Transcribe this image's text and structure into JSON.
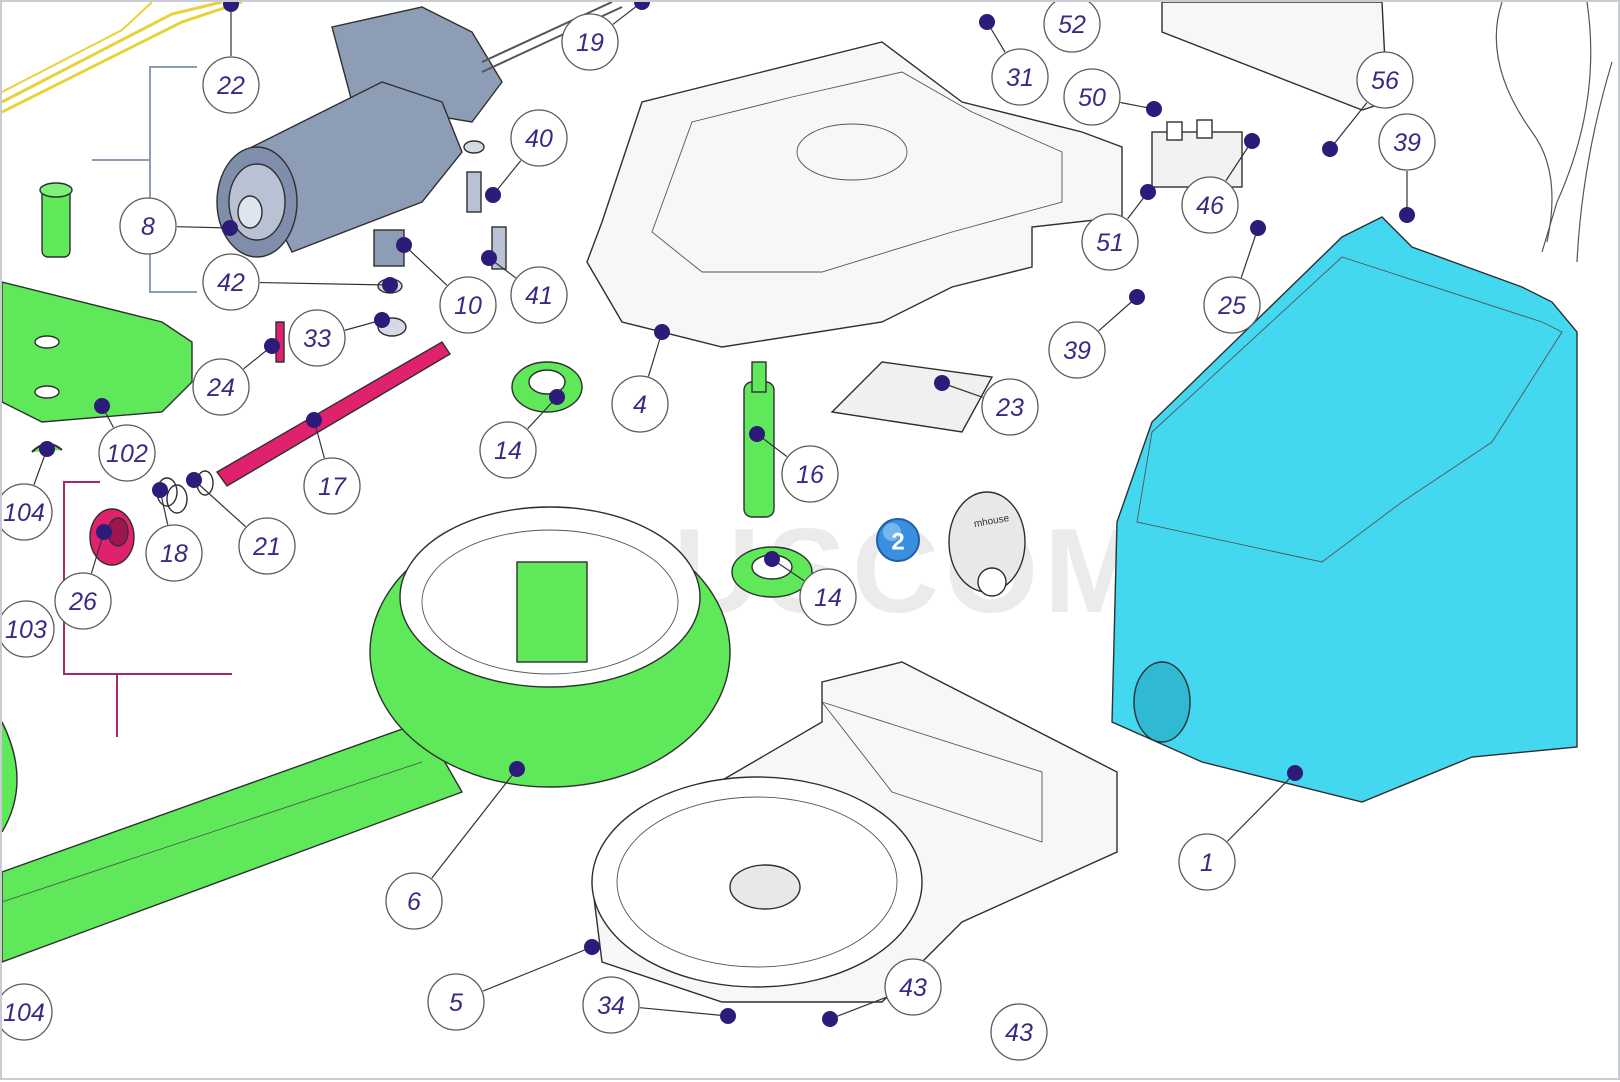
{
  "watermark": "SPLUSCOM",
  "badge": {
    "label": "2",
    "color": "#3b8fe0"
  },
  "stamp_text": "mhouse",
  "colors": {
    "motor": "#8e9db6",
    "green_part": "#5ee85a",
    "cyan_cover": "#43d8f0",
    "magenta_part": "#e0226e",
    "label_text": "#3a2a84",
    "dot": "#2d1b7a",
    "bracket_blue": "#8e9db6",
    "bracket_magenta": "#a8266a"
  },
  "callouts": [
    {
      "id": "c22",
      "label": "22"
    },
    {
      "id": "c19",
      "label": "19"
    },
    {
      "id": "c52",
      "label": "52"
    },
    {
      "id": "c31",
      "label": "31"
    },
    {
      "id": "c50",
      "label": "50"
    },
    {
      "id": "c56",
      "label": "56"
    },
    {
      "id": "c39a",
      "label": "39"
    },
    {
      "id": "c40",
      "label": "40"
    },
    {
      "id": "c8",
      "label": "8"
    },
    {
      "id": "c42",
      "label": "42"
    },
    {
      "id": "c10",
      "label": "10"
    },
    {
      "id": "c41",
      "label": "41"
    },
    {
      "id": "c46",
      "label": "46"
    },
    {
      "id": "c51",
      "label": "51"
    },
    {
      "id": "c25",
      "label": "25"
    },
    {
      "id": "c33",
      "label": "33"
    },
    {
      "id": "c24",
      "label": "24"
    },
    {
      "id": "c39b",
      "label": "39"
    },
    {
      "id": "c102",
      "label": "102"
    },
    {
      "id": "c4",
      "label": "4"
    },
    {
      "id": "c23",
      "label": "23"
    },
    {
      "id": "c14a",
      "label": "14"
    },
    {
      "id": "c16",
      "label": "16"
    },
    {
      "id": "c17",
      "label": "17"
    },
    {
      "id": "c104a",
      "label": "104"
    },
    {
      "id": "c18",
      "label": "18"
    },
    {
      "id": "c21",
      "label": "21"
    },
    {
      "id": "c26",
      "label": "26"
    },
    {
      "id": "c14b",
      "label": "14"
    },
    {
      "id": "c103",
      "label": "103"
    },
    {
      "id": "c1",
      "label": "1"
    },
    {
      "id": "c6",
      "label": "6"
    },
    {
      "id": "c5",
      "label": "5"
    },
    {
      "id": "c34",
      "label": "34"
    },
    {
      "id": "c43a",
      "label": "43"
    },
    {
      "id": "c43b",
      "label": "43"
    },
    {
      "id": "c104b",
      "label": "104"
    }
  ]
}
